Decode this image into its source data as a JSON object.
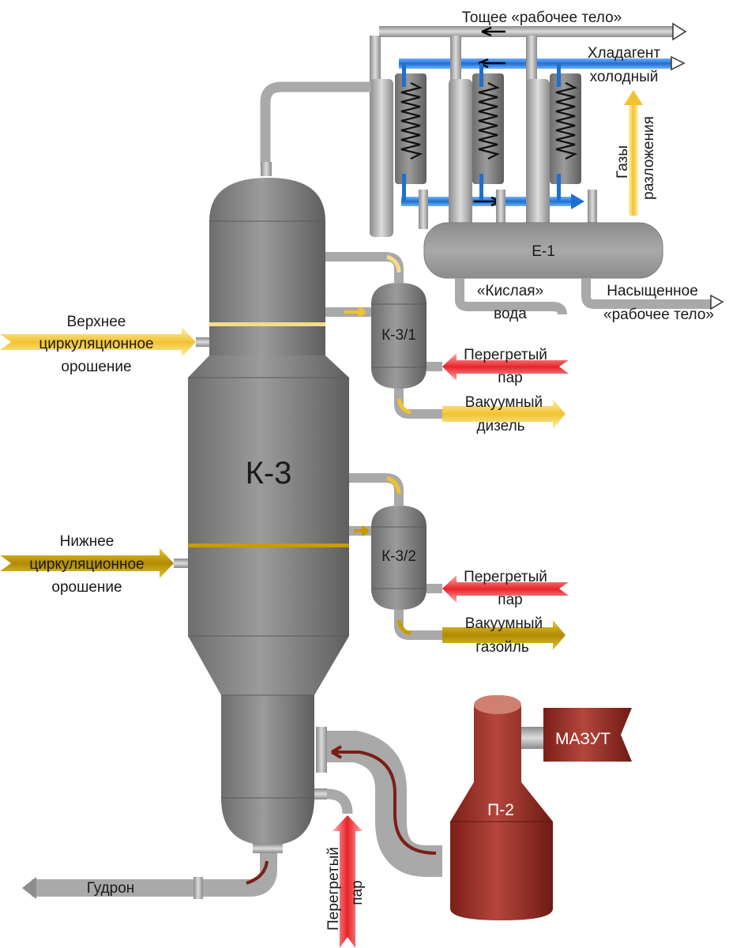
{
  "units": {
    "main_column": "К-3",
    "stripper_1": "К-3/1",
    "stripper_2": "К-3/2",
    "separator": "Е-1",
    "furnace": "П-2"
  },
  "streams": {
    "lean_medium": "Тощее «рабочее тело»",
    "coolant_line1": "Хладагент",
    "coolant_line2": "холодный",
    "decomp_gases_line1": "Газы",
    "decomp_gases_line2": "разложения",
    "sour_water_line1": "«Кислая»",
    "sour_water_line2": "вода",
    "saturated_medium_line1": "Насыщенное",
    "saturated_medium_line2": "«рабочее тело»",
    "upper_reflux_line1": "Верхнее",
    "upper_reflux_line2": "циркуляционное",
    "upper_reflux_line3": "орошение",
    "lower_reflux_line1": "Нижнее",
    "lower_reflux_line2": "циркуляционное",
    "lower_reflux_line3": "орошение",
    "steam1_line1": "Перегретый",
    "steam1_line2": "пар",
    "steam2_line1": "Перегретый",
    "steam2_line2": "пар",
    "steam3_line1": "Перегретый",
    "steam3_line2": "пар",
    "vac_diesel_line1": "Вакуумный",
    "vac_diesel_line2": "дизель",
    "vac_gasoil_line1": "Вакуумный",
    "vac_gasoil_line2": "газойль",
    "fuel_oil": "МАЗУТ",
    "tar": "Гудрон"
  },
  "colors": {
    "vessel_gray": "#8a8a8a",
    "pipe_gray": "#a8a8a8",
    "steam_red": "#e8242a",
    "product_yellow": "#f2c230",
    "gasoil_gold": "#c9a000",
    "coolant_blue": "#1f6fd0",
    "furnace_red": "#9c2b22"
  }
}
